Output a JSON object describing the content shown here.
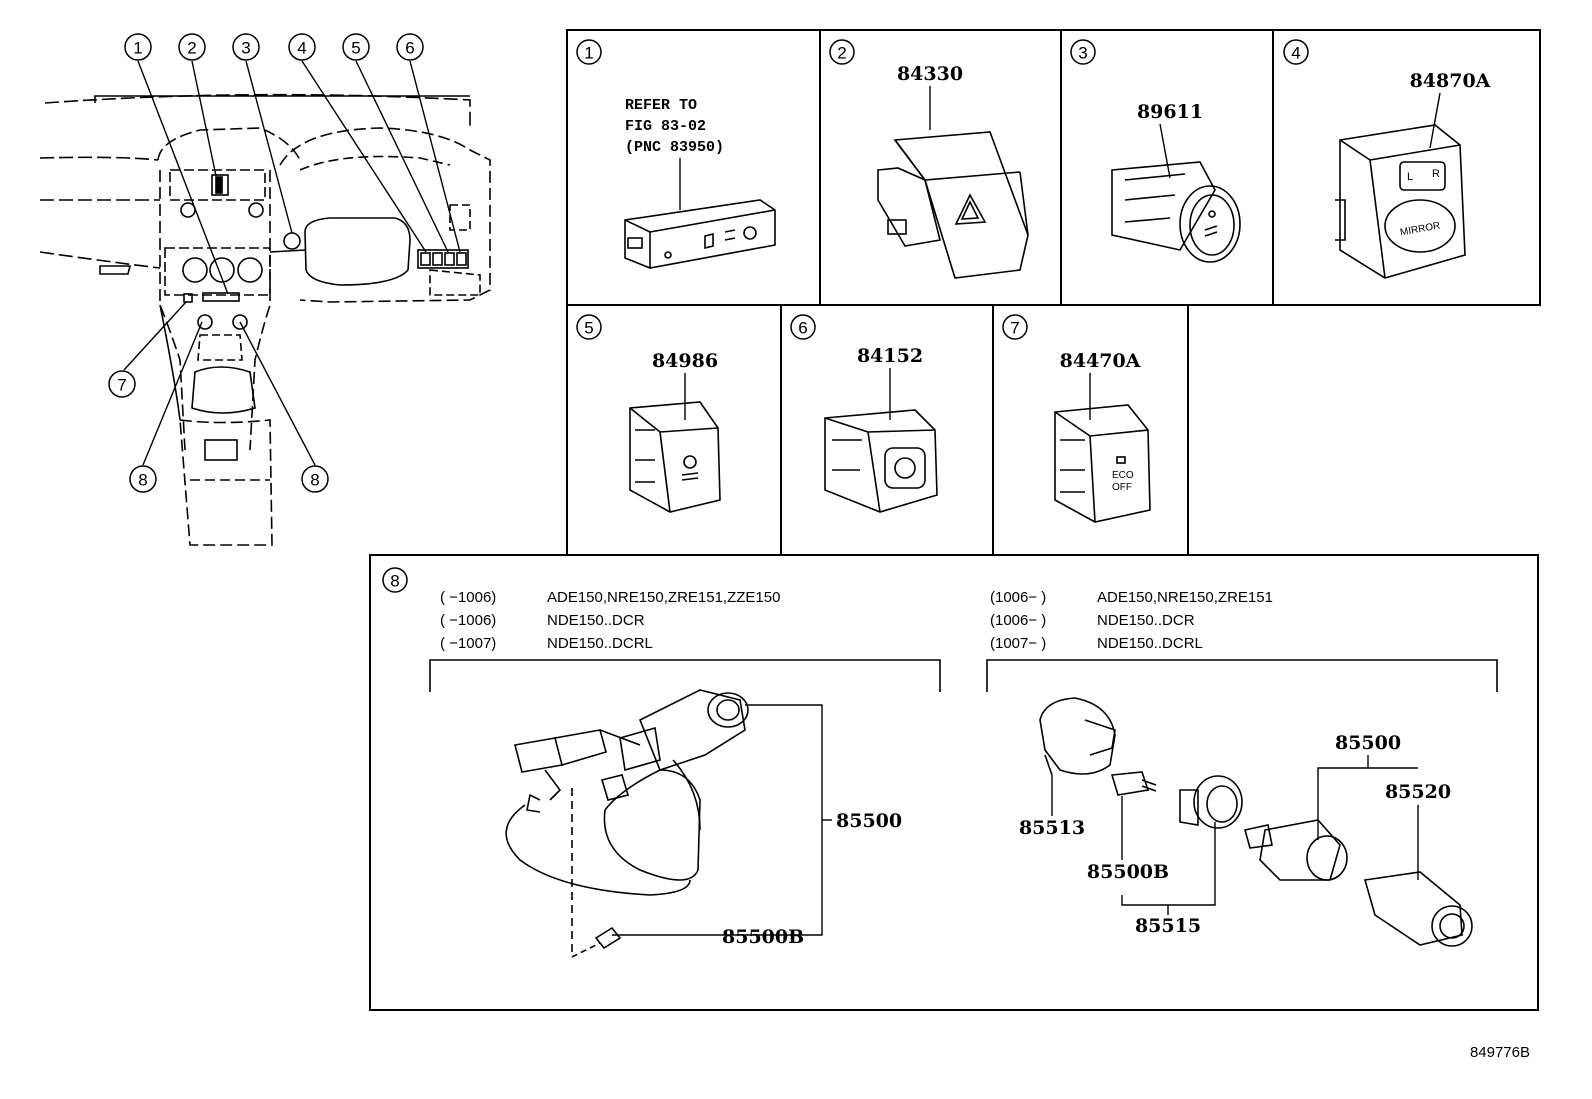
{
  "callouts": [
    "1",
    "2",
    "3",
    "4",
    "5",
    "6",
    "7",
    "8"
  ],
  "panel1": {
    "caption": [
      "REFER TO",
      "FIG 83-02",
      "(PNC 83950)"
    ]
  },
  "parts": {
    "p2": "84330",
    "p3": "89611",
    "p4": "84870A",
    "p5": "84986",
    "p6": "84152",
    "p7": "84470A"
  },
  "switch_text": {
    "mirror": "MIRROR",
    "mirror_l": "L",
    "mirror_r": "R",
    "eco": "ECO",
    "off": "OFF"
  },
  "panel8": {
    "left_applicability": [
      {
        "range": "(       −1006)",
        "models": "ADE150,NRE150,ZRE151,ZZE150"
      },
      {
        "range": "(       −1006)",
        "models": "NDE150..DCR"
      },
      {
        "range": "(       −1007)",
        "models": "NDE150..DCRL"
      }
    ],
    "right_applicability": [
      {
        "range": "(1006−       )",
        "models": "ADE150,NRE150,ZRE151"
      },
      {
        "range": "(1006−       )",
        "models": "NDE150..DCR"
      },
      {
        "range": "(1007−       )",
        "models": "NDE150..DCRL"
      }
    ],
    "left_parts": {
      "socket": "85500",
      "bulb": "85500B"
    },
    "right_parts": {
      "holder": "85513",
      "bulb": "85500B",
      "ring": "85515",
      "socket": "85500",
      "lighter": "85520"
    }
  },
  "illustration_code": "849776B"
}
